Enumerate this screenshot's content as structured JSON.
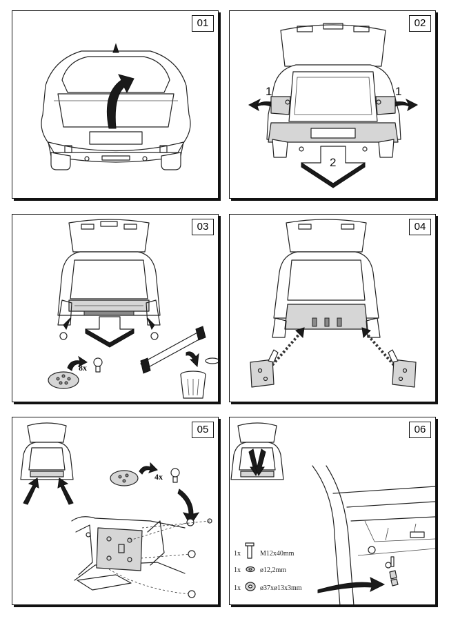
{
  "panels": [
    {
      "number": "01"
    },
    {
      "number": "02",
      "callouts": [
        "1",
        "1",
        "2"
      ]
    },
    {
      "number": "03",
      "quantity": "8x"
    },
    {
      "number": "04"
    },
    {
      "number": "05",
      "quantity": "4x"
    },
    {
      "number": "06",
      "parts": [
        {
          "qty": "1x",
          "spec": "M12x40mm"
        },
        {
          "qty": "1x",
          "spec": "ø12,2mm"
        },
        {
          "qty": "1x",
          "spec": "ø37xø13x3mm"
        }
      ]
    }
  ]
}
